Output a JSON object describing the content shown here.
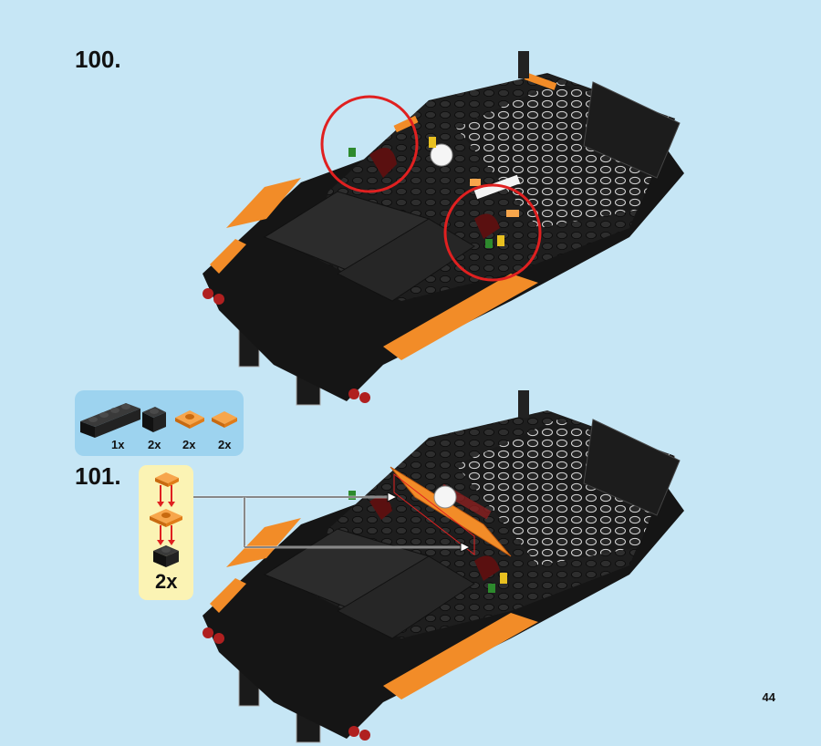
{
  "steps": [
    {
      "number": "100."
    },
    {
      "number": "101."
    }
  ],
  "parts_list": [
    {
      "quantity": "1x",
      "part": "black-plate-1x4"
    },
    {
      "quantity": "2x",
      "part": "black-brick-1x1"
    },
    {
      "quantity": "2x",
      "part": "orange-plate-1x1-with-clip"
    },
    {
      "quantity": "2x",
      "part": "orange-tile-1x1"
    }
  ],
  "subassembly": {
    "quantity": "2x"
  },
  "page_number": "44",
  "colors": {
    "background": "#c6e6f5",
    "parts_box": "#9dd3ef",
    "subassembly_box": "#fbf3b4",
    "highlight_circle": "#e02020",
    "orange": "#f28c28",
    "black": "#1e1e1e"
  }
}
